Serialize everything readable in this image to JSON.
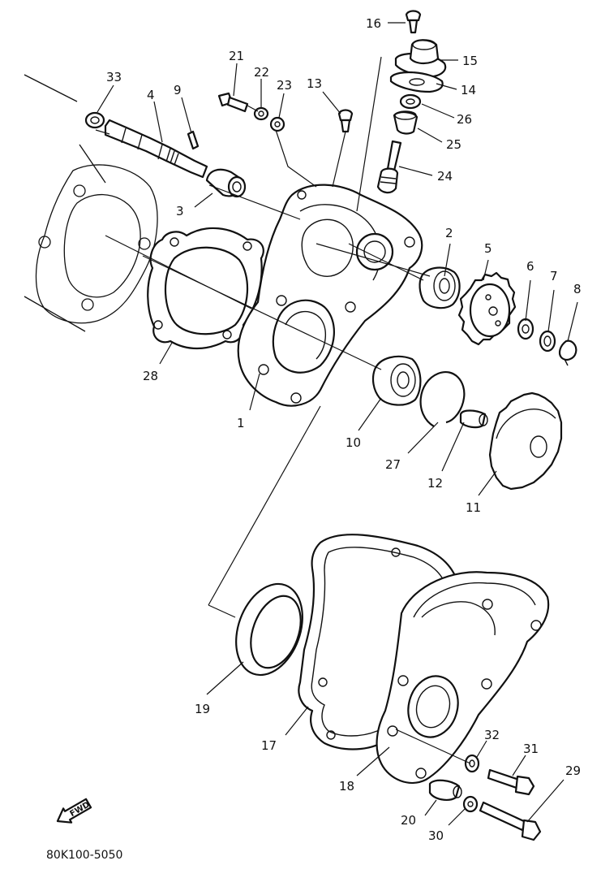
{
  "drawing_code": "80K100-5050",
  "direction_tag": "FWD",
  "callouts": {
    "c1": "1",
    "c2": "2",
    "c3": "3",
    "c4": "4",
    "c5": "5",
    "c6": "6",
    "c7": "7",
    "c8": "8",
    "c9": "9",
    "c10": "10",
    "c11": "11",
    "c12": "12",
    "c13": "13",
    "c14": "14",
    "c15": "15",
    "c16": "16",
    "c17": "17",
    "c18": "18",
    "c19": "19",
    "c20": "20",
    "c21": "21",
    "c22": "22",
    "c23": "23",
    "c24": "24",
    "c25": "25",
    "c26": "26",
    "c27": "27",
    "c28": "28",
    "c29": "29",
    "c30": "30",
    "c31": "31",
    "c32": "32",
    "c33": "33"
  }
}
